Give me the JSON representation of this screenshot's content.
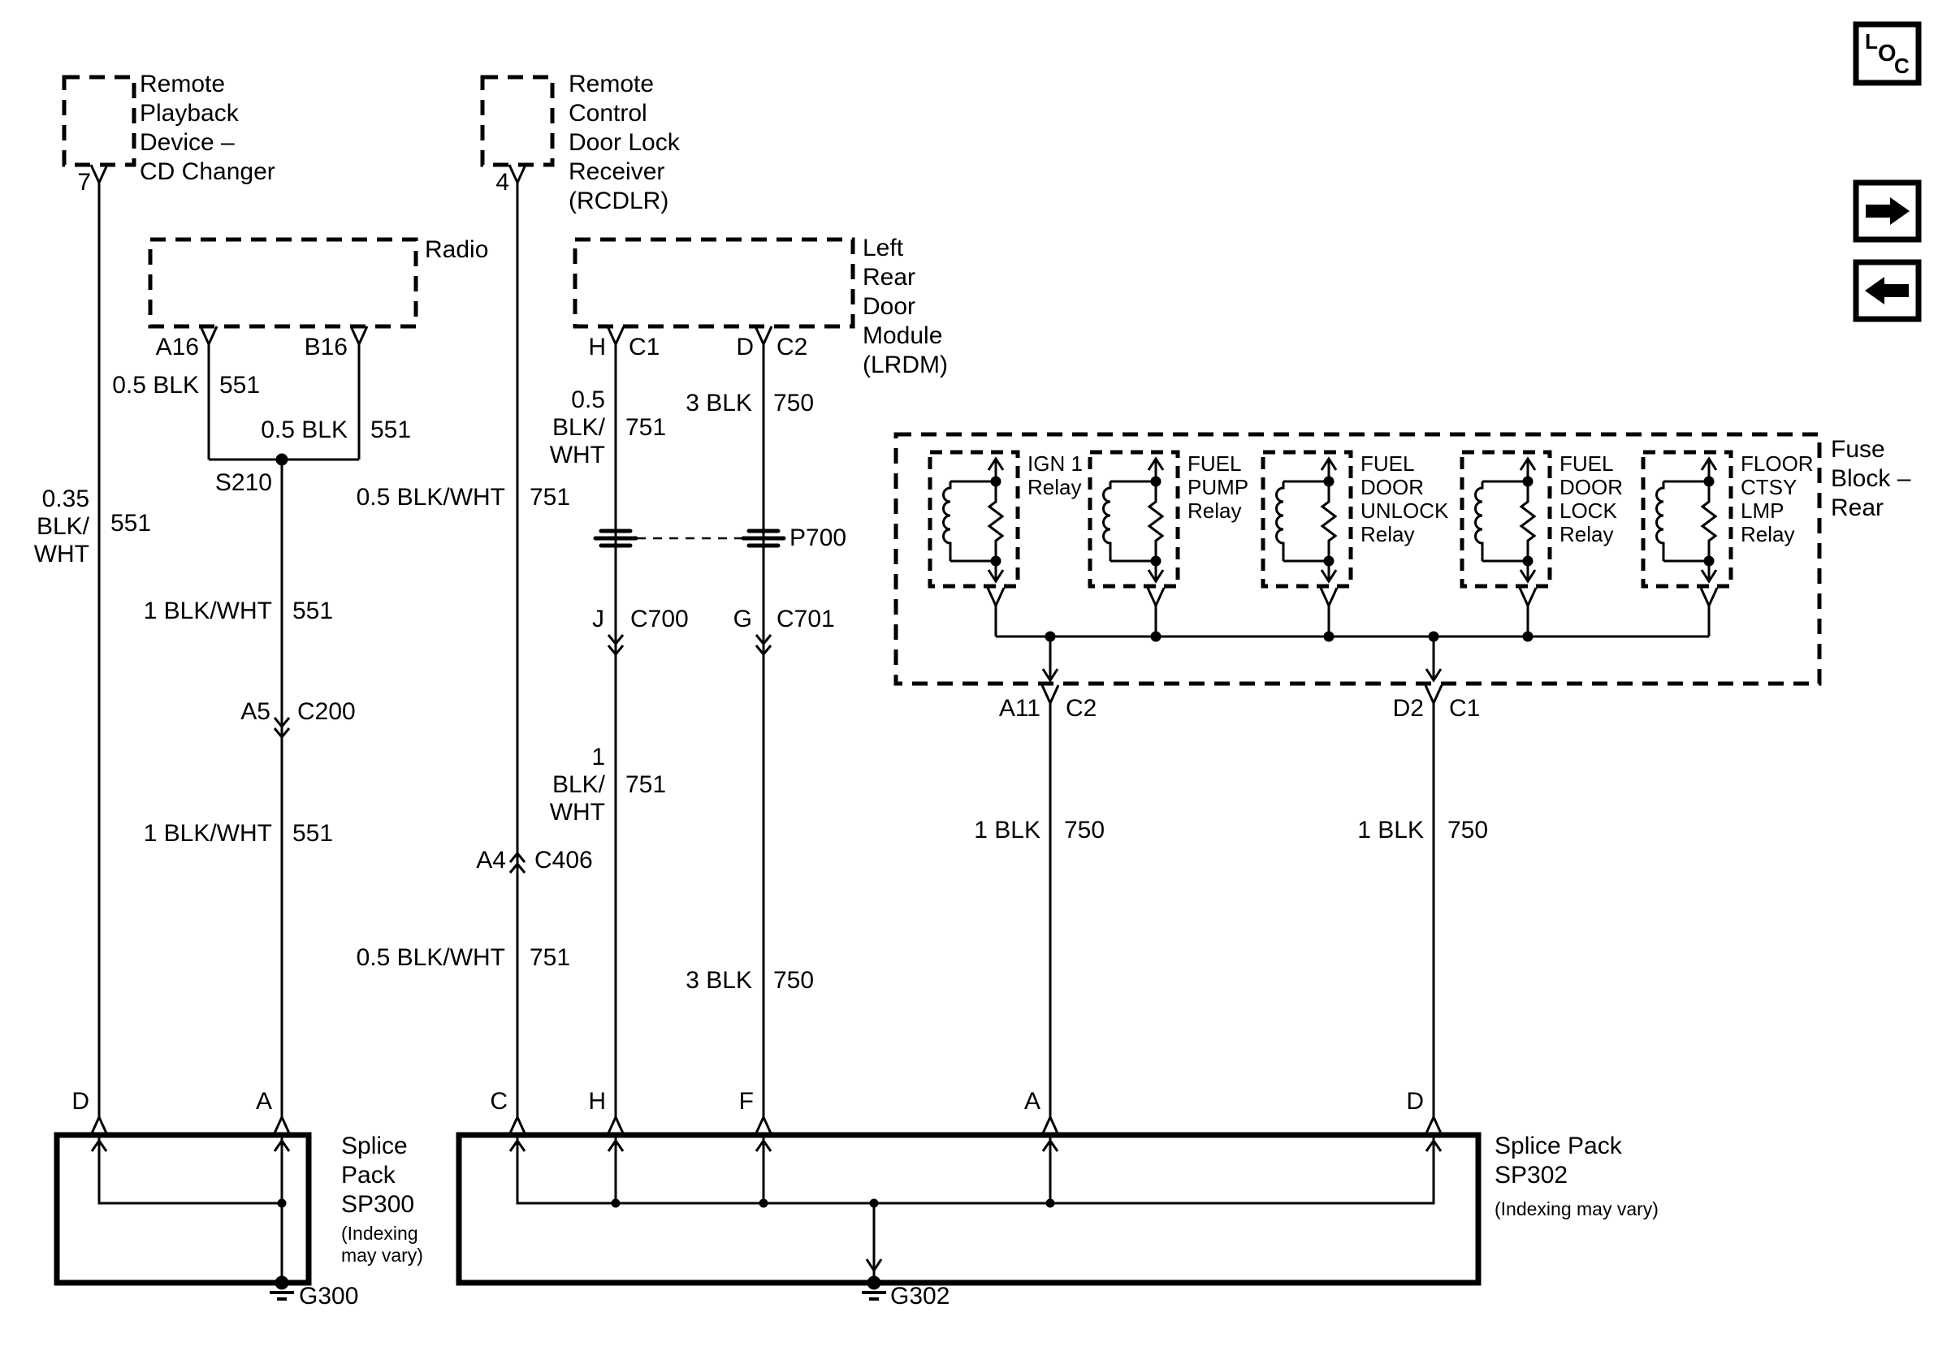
{
  "ink": "#000000",
  "paper": "#ffffff",
  "icons": {
    "loc": {
      "l": "L",
      "o": "O",
      "c": "C"
    }
  },
  "modules": {
    "cd_changer": {
      "name": "Remote\nPlayback\nDevice –\nCD Changer",
      "pin": "7"
    },
    "rcdlr": {
      "name": "Remote\nControl\nDoor Lock\nReceiver\n(RCDLR)",
      "pin": "4"
    },
    "radio": {
      "name": "Radio",
      "pin_a": "A16",
      "pin_b": "B16"
    },
    "lrdm": {
      "name": "Left\nRear\nDoor\nModule\n(LRDM)",
      "pin_h": "H",
      "conn_c1": "C1",
      "pin_d": "D",
      "conn_c2": "C2"
    },
    "fuse_block": {
      "name": "Fuse\nBlock –\nRear",
      "relays": [
        {
          "name": "IGN 1\nRelay"
        },
        {
          "name": "FUEL\nPUMP\nRelay"
        },
        {
          "name": "FUEL\nDOOR\nUNLOCK\nRelay"
        },
        {
          "name": "FUEL\nDOOR\nLOCK\nRelay"
        },
        {
          "name": "FLOOR\nCTSY\nLMP\nRelay"
        }
      ],
      "left_pin": "A11",
      "left_conn": "C2",
      "right_pin": "D2",
      "right_conn": "C1"
    }
  },
  "wires": {
    "cd_ground": {
      "label": "0.35\nBLK/\nWHT",
      "circuit": "551"
    },
    "radio_a16": {
      "label": "0.5 BLK",
      "circuit": "551"
    },
    "radio_b16": {
      "label": "0.5 BLK",
      "circuit": "551"
    },
    "splice_radio": "S210",
    "radio_comb_1": {
      "label": "1 BLK/WHT",
      "circuit": "551"
    },
    "conn_c200": {
      "pin": "A5",
      "conn": "C200"
    },
    "radio_comb_2": {
      "label": "1 BLK/WHT",
      "circuit": "551"
    },
    "rcdlr_1": {
      "label": "0.5 BLK/WHT",
      "circuit": "751"
    },
    "conn_c406": {
      "pin": "A4",
      "conn": "C406"
    },
    "rcdlr_2": {
      "label": "0.5 BLK/WHT",
      "circuit": "751"
    },
    "lrdm_h_1": {
      "label": "0.5\nBLK/\nWHT",
      "circuit": "751"
    },
    "pass_thru": "P700",
    "conn_c700": {
      "pin": "J",
      "conn": "C700"
    },
    "lrdm_h_2": {
      "label": "1\nBLK/\nWHT",
      "circuit": "751"
    },
    "lrdm_d_1": {
      "label": "3 BLK",
      "circuit": "750"
    },
    "conn_c701": {
      "pin": "G",
      "conn": "C701"
    },
    "lrdm_d_2": {
      "label": "3 BLK",
      "circuit": "750"
    },
    "fb_left": {
      "label": "1 BLK",
      "circuit": "750"
    },
    "fb_right": {
      "label": "1 BLK",
      "circuit": "750"
    }
  },
  "splice_packs": {
    "sp300": {
      "name": "Splice\nPack\nSP300",
      "note": "(Indexing\nmay vary)",
      "terminals": [
        "D",
        "A"
      ],
      "ground": "G300"
    },
    "sp302": {
      "name": "Splice Pack\nSP302",
      "note": "(Indexing may vary)",
      "terminals": [
        "C",
        "H",
        "F",
        "A",
        "D"
      ],
      "ground": "G302"
    }
  }
}
